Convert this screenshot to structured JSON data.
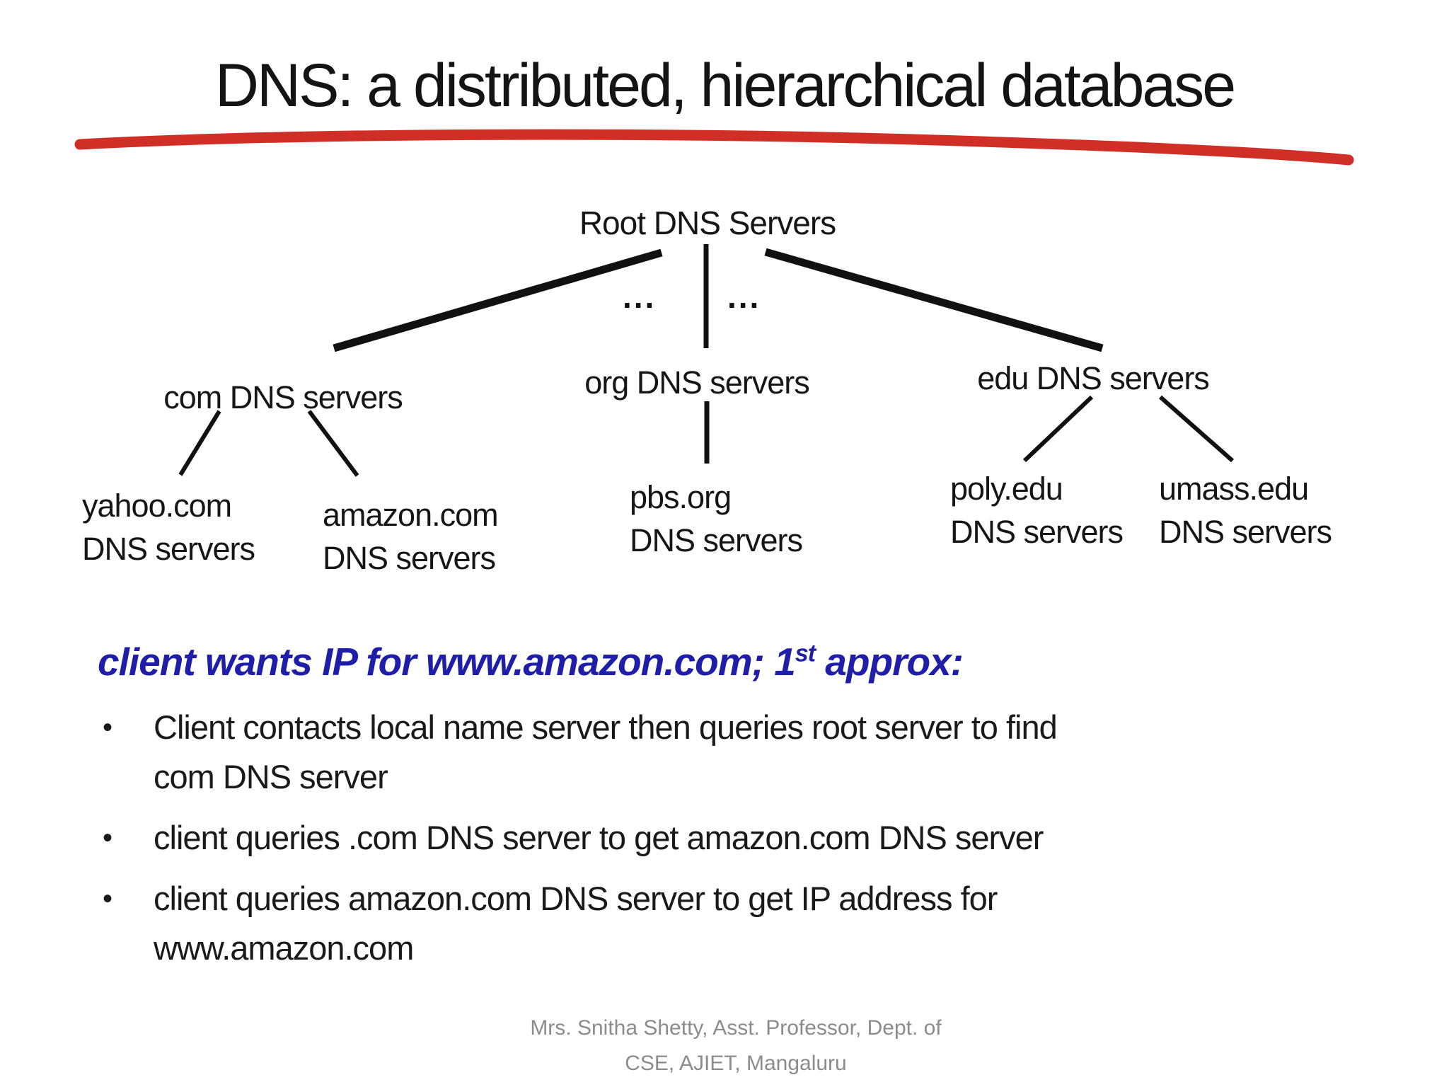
{
  "slide": {
    "title": "DNS: a distributed, hierarchical database",
    "colors": {
      "underline_red": "#cf2f27",
      "text_black": "#1a1a1a",
      "heading_blue": "#1e1ea8",
      "footer_gray": "#8c8c8c"
    }
  },
  "tree": {
    "root_label": "Root DNS Servers",
    "ellipsis_left": "...",
    "ellipsis_right": "...",
    "branches": [
      {
        "label": "com DNS servers"
      },
      {
        "label": "org DNS servers"
      },
      {
        "label": "edu DNS servers"
      }
    ],
    "leaves": [
      {
        "line1": "yahoo.com",
        "line2": "DNS servers"
      },
      {
        "line1": "amazon.com",
        "line2": "DNS servers"
      },
      {
        "line1": "pbs.org",
        "line2": "DNS servers"
      },
      {
        "line1": "poly.edu",
        "line2": "DNS servers"
      },
      {
        "line1": "umass.edu",
        "line2": "DNS servers"
      }
    ]
  },
  "subheading": {
    "prefix": "client wants IP for www.amazon.com; 1",
    "superscript": "st",
    "suffix": " approx:"
  },
  "bullets": [
    {
      "lines": [
        "Client contacts local name server then queries root server to find",
        "com DNS server"
      ]
    },
    {
      "lines": [
        "client queries .com DNS server to get amazon.com DNS server"
      ]
    },
    {
      "lines": [
        "client queries amazon.com DNS server to get  IP address for",
        "www.amazon.com"
      ]
    }
  ],
  "footer": {
    "line1": "Mrs. Snitha Shetty, Asst. Professor, Dept. of",
    "line2": "CSE, AJIET, Mangaluru"
  }
}
